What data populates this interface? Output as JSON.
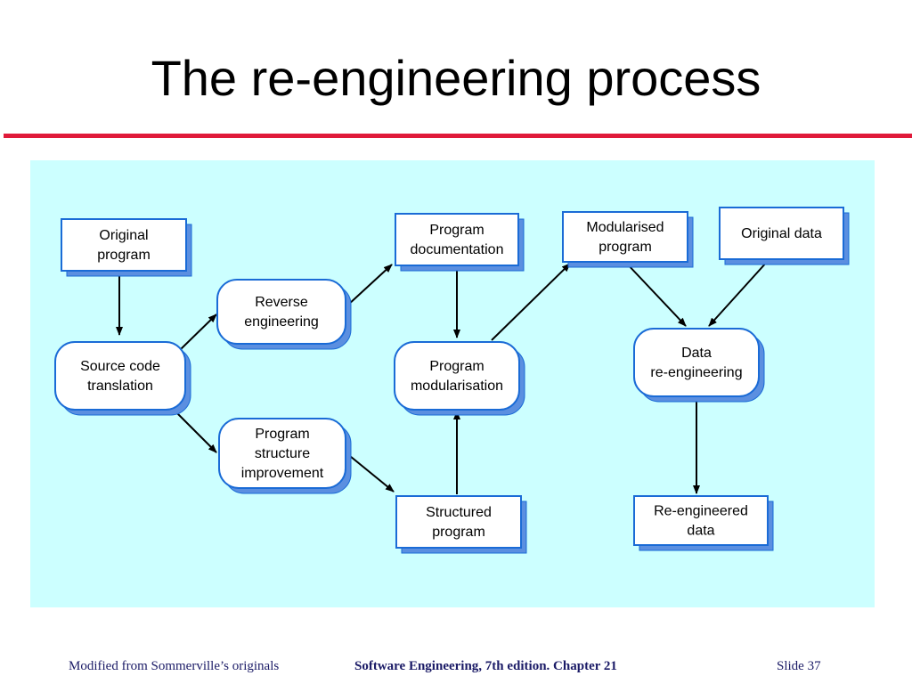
{
  "slide": {
    "title": "The re-engineering process",
    "accent_color": "#e01a3a",
    "panel_color": "#ccffff",
    "node_border_color": "#1a6bd6",
    "node_shadow_color": "#5b8fe0"
  },
  "diagram": {
    "nodes": [
      {
        "id": "original-program",
        "kind": "data",
        "lines": [
          "Original",
          "program"
        ]
      },
      {
        "id": "source-code-translation",
        "kind": "process",
        "lines": [
          "Source code",
          "translation"
        ]
      },
      {
        "id": "reverse-engineering",
        "kind": "process",
        "lines": [
          "Reverse",
          "engineering"
        ]
      },
      {
        "id": "program-structure-improvement",
        "kind": "process",
        "lines": [
          "Program",
          "structure",
          "improvement"
        ]
      },
      {
        "id": "program-documentation",
        "kind": "data",
        "lines": [
          "Program",
          "documentation"
        ]
      },
      {
        "id": "program-modularisation",
        "kind": "process",
        "lines": [
          "Program",
          "modularisation"
        ]
      },
      {
        "id": "structured-program",
        "kind": "data",
        "lines": [
          "Structured",
          "program"
        ]
      },
      {
        "id": "modularised-program",
        "kind": "data",
        "lines": [
          "Modularised",
          "program"
        ]
      },
      {
        "id": "original-data",
        "kind": "data",
        "lines": [
          "Original data"
        ]
      },
      {
        "id": "data-re-engineering",
        "kind": "process",
        "lines": [
          "Data",
          "re-engineering"
        ]
      },
      {
        "id": "re-engineered-data",
        "kind": "data",
        "lines": [
          "Re-engineered",
          "data"
        ]
      }
    ],
    "edges": [
      {
        "from": "original-program",
        "to": "source-code-translation"
      },
      {
        "from": "source-code-translation",
        "to": "reverse-engineering"
      },
      {
        "from": "source-code-translation",
        "to": "program-structure-improvement"
      },
      {
        "from": "reverse-engineering",
        "to": "program-documentation"
      },
      {
        "from": "program-documentation",
        "to": "program-modularisation"
      },
      {
        "from": "program-structure-improvement",
        "to": "structured-program"
      },
      {
        "from": "structured-program",
        "to": "program-modularisation"
      },
      {
        "from": "program-modularisation",
        "to": "modularised-program"
      },
      {
        "from": "modularised-program",
        "to": "data-re-engineering"
      },
      {
        "from": "original-data",
        "to": "data-re-engineering"
      },
      {
        "from": "data-re-engineering",
        "to": "re-engineered-data"
      }
    ]
  },
  "footer": {
    "left": "Modified from Sommerville’s originals",
    "center": "Software Engineering, 7th edition. Chapter 21",
    "right": "Slide  37"
  }
}
